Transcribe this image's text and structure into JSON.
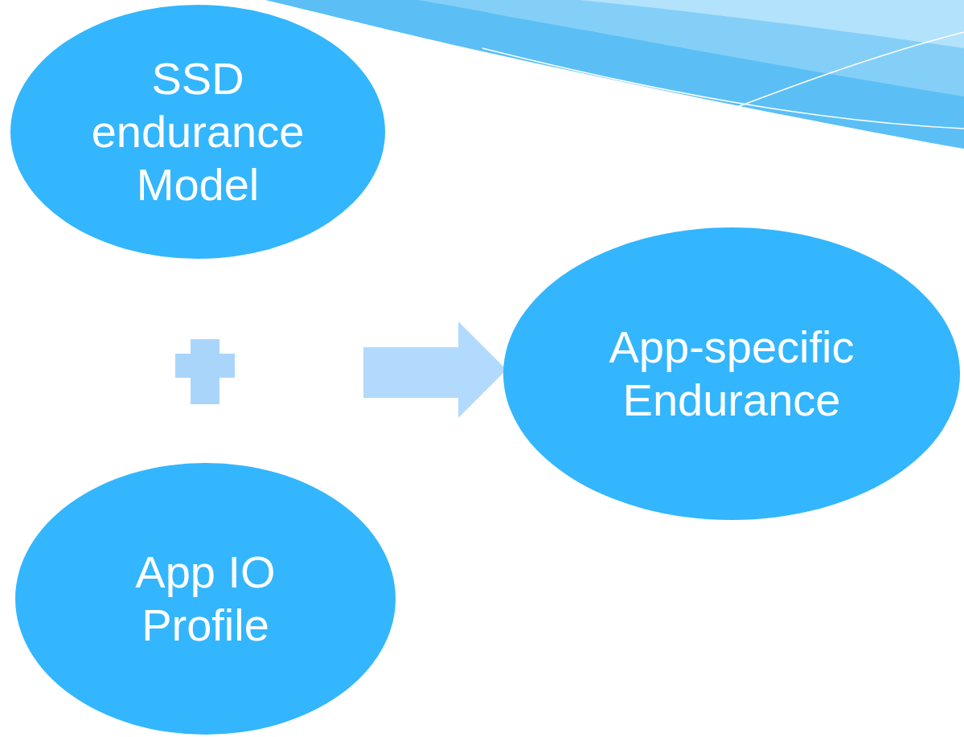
{
  "diagram": {
    "nodes": [
      {
        "text": [
          "SSD endurance Model"
        ]
      },
      {
        "text": [
          "App IO Profile"
        ]
      },
      {
        "text": [
          "App-specific Endurance"
        ]
      }
    ]
  }
}
